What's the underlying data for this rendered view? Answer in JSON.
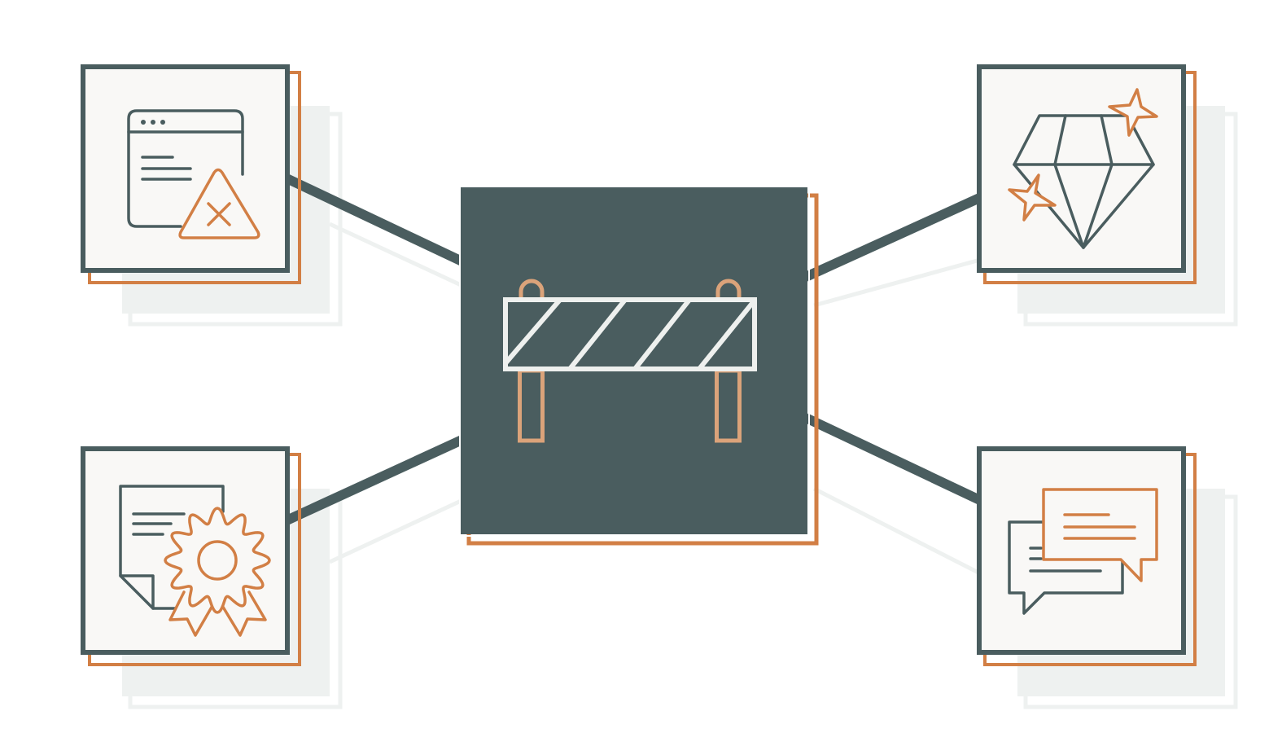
{
  "colors": {
    "slate": "#4a5d5f",
    "orange": "#d27f45",
    "orange_light": "#dba37a",
    "paper": "#f9f8f6",
    "shadow": "#eef1f0",
    "barrier_stripe": "#eef0ee"
  },
  "hub": {
    "icon": "road-barrier-icon"
  },
  "satellites": [
    {
      "id": "top-left",
      "icon": "browser-warning-icon"
    },
    {
      "id": "top-right",
      "icon": "diamond-sparkle-icon"
    },
    {
      "id": "bottom-left",
      "icon": "certificate-badge-icon"
    },
    {
      "id": "bottom-right",
      "icon": "chat-bubbles-icon"
    }
  ]
}
